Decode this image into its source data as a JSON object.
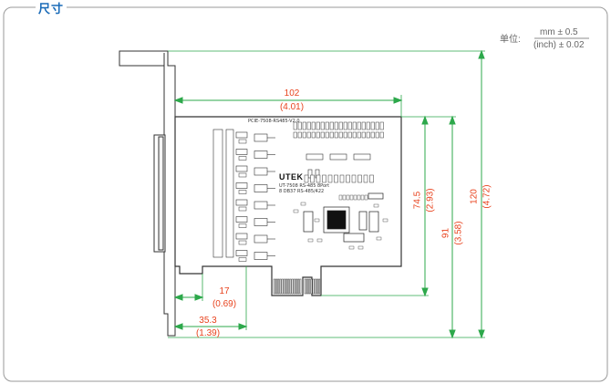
{
  "title": "尺寸",
  "units": {
    "label": "单位:",
    "primary": "mm ± 0.5",
    "secondary": "(inch) ± 0.02"
  },
  "dimensions": {
    "width_overall": {
      "mm": "102",
      "inch": "(4.01)"
    },
    "bracket_offset": {
      "mm": "17",
      "inch": "(0.69)"
    },
    "connector_offset": {
      "mm": "35.3",
      "inch": "(1.39)"
    },
    "board_height": {
      "mm": "74.5",
      "inch": "(2.93)"
    },
    "board_to_pcie": {
      "mm": "91",
      "inch": "(3.58)"
    },
    "total_height": {
      "mm": "120",
      "inch": "(4.72)"
    }
  },
  "board": {
    "brand": "UTEK",
    "model_line1": "UT-7508 RS-485 8Port",
    "model_line2": "8 DB37 RS-485/422",
    "top_label": "PCIE-7508-RS485-V2.0"
  },
  "colors": {
    "accent": "#1a6bb8",
    "dimension": "#e8431e",
    "dim_line": "#2da84b",
    "outline": "#333333",
    "frame": "#9a9a9a"
  }
}
